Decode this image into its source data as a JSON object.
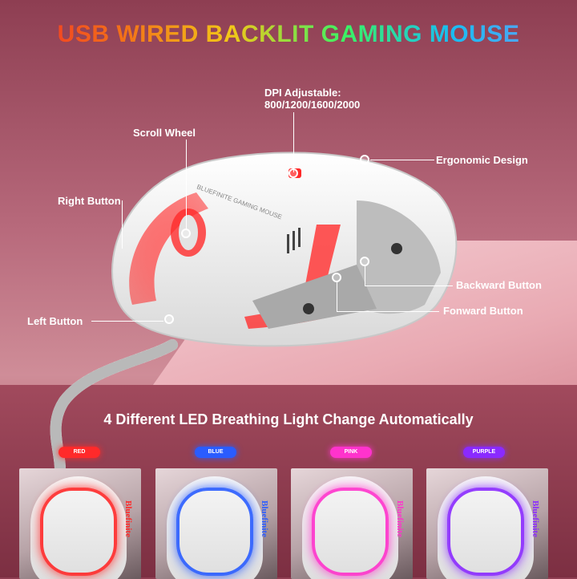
{
  "title": "USB WIRED BACKLIT GAMING MOUSE",
  "callouts": {
    "dpi_title": "DPI Adjustable:",
    "dpi_values": "800/1200/1600/2000",
    "scroll_wheel": "Scroll Wheel",
    "ergonomic": "Ergonomic Design",
    "right_button": "Right Button",
    "backward_button": "Backward Button",
    "forward_button": "Fonward Button",
    "left_button": "Left Button"
  },
  "subtitle": "4 Different LED Breathing Light Change Automatically",
  "colors": [
    {
      "label": "RED",
      "hex": "#ff2a2a"
    },
    {
      "label": "BLUE",
      "hex": "#2a5cff"
    },
    {
      "label": "PINK",
      "hex": "#ff33cc"
    },
    {
      "label": "PURPLE",
      "hex": "#8a2aff"
    }
  ],
  "brand_text": "Bluefinite",
  "mouse_text": "BLUEFINITE GAMING MOUSE"
}
